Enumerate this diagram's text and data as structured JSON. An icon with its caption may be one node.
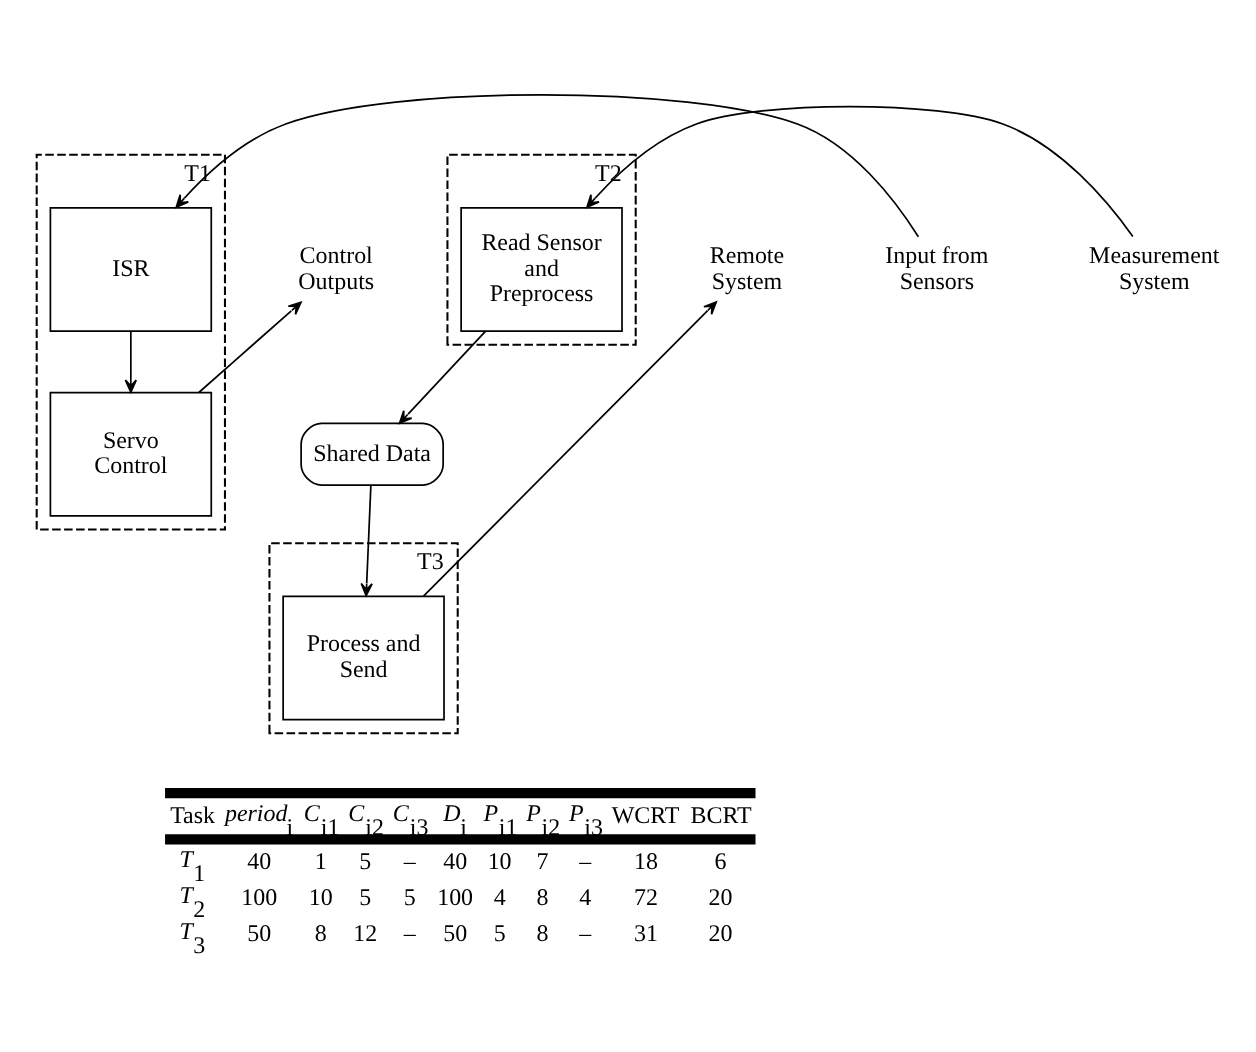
{
  "diagram": {
    "nodes": [
      {
        "text": [
          "T1"
        ]
      },
      {
        "text": [
          "ISR"
        ],
        "in": 0
      },
      {
        "text": [
          "Servo Control"
        ],
        "in": 0
      },
      {
        "text": [
          "T2"
        ]
      },
      {
        "text": [
          "Read Sensor and Preprocess"
        ],
        "in": 3
      },
      {
        "text": [
          "Shared Data"
        ]
      },
      {
        "text": [
          "T3"
        ]
      },
      {
        "text": [
          "Process and Send"
        ],
        "in": 6
      },
      {
        "text": [
          "Input from Sensors"
        ]
      },
      {
        "text": [
          "Control Outputs"
        ]
      },
      {
        "text": [
          "Measurement System"
        ]
      },
      {
        "text": [
          "Remote System"
        ]
      }
    ],
    "edges": [
      {
        "from": 8,
        "to": 1,
        "arrow": "to"
      },
      {
        "from": 1,
        "to": 2,
        "arrow": "to"
      },
      {
        "from": 2,
        "to": 9,
        "arrow": "to"
      },
      {
        "from": 10,
        "to": 4,
        "arrow": "to"
      },
      {
        "from": 4,
        "to": 5,
        "arrow": "to"
      },
      {
        "from": 5,
        "to": 7,
        "arrow": "to"
      },
      {
        "from": 7,
        "to": 11,
        "arrow": "to"
      }
    ],
    "labels": [
      "Task",
      "*period*$_{i}$",
      "*C*$_{i1}$",
      "*C*$_{i2}$",
      "*C*$_{i3}$",
      "*D*$_{i}$",
      "*P*$_{i1}$",
      "*P*$_{i2}$",
      "*P*$_{i3}$",
      "WCRT",
      "BCRT",
      "*T*$_{1}$",
      "40",
      "1",
      "5",
      "–",
      "40",
      "10",
      "7",
      "–",
      "18",
      "6",
      "*T*$_{2}$",
      "100",
      "10",
      "5",
      "5",
      "100",
      "4",
      "8",
      "4",
      "72",
      "20",
      "*T*$_{3}$",
      "50",
      "8",
      "12",
      "–",
      "50",
      "5",
      "8",
      "–",
      "31",
      "20"
    ]
  }
}
